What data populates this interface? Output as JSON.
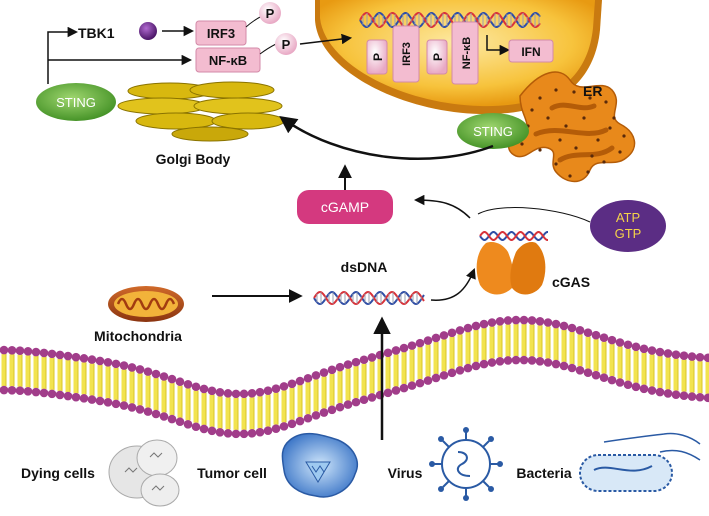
{
  "labels": {
    "tbk1": "TBK1",
    "irf3": "IRF3",
    "p": "P",
    "nfkb": "NF-κB",
    "ifn": "IFN",
    "er": "ER",
    "sting": "STING",
    "golgi": "Golgi Body",
    "cgamp": "cGAMP",
    "atp": "ATP",
    "gtp": "GTP",
    "cgas": "cGAS",
    "dsdna": "dsDNA",
    "mitochondria": "Mitochondria",
    "dying_cells": "Dying cells",
    "tumor_cell": "Tumor cell",
    "virus": "Virus",
    "bacteria": "Bacteria"
  },
  "colors": {
    "sting": "#5aa834",
    "cgamp": "#d4397f",
    "atp_gtp_fill": "#5b2d84",
    "atp_gtp_text": "#f5d34a",
    "nucleus": "#f4b82a",
    "er": "#e8891b",
    "golgi": "#d8b80f",
    "membrane_head": "#a13d8a",
    "membrane_tail": "#f2e34f",
    "protein_pink": "#f2b8c8",
    "tbk1_dot": "#6b2a8c"
  }
}
